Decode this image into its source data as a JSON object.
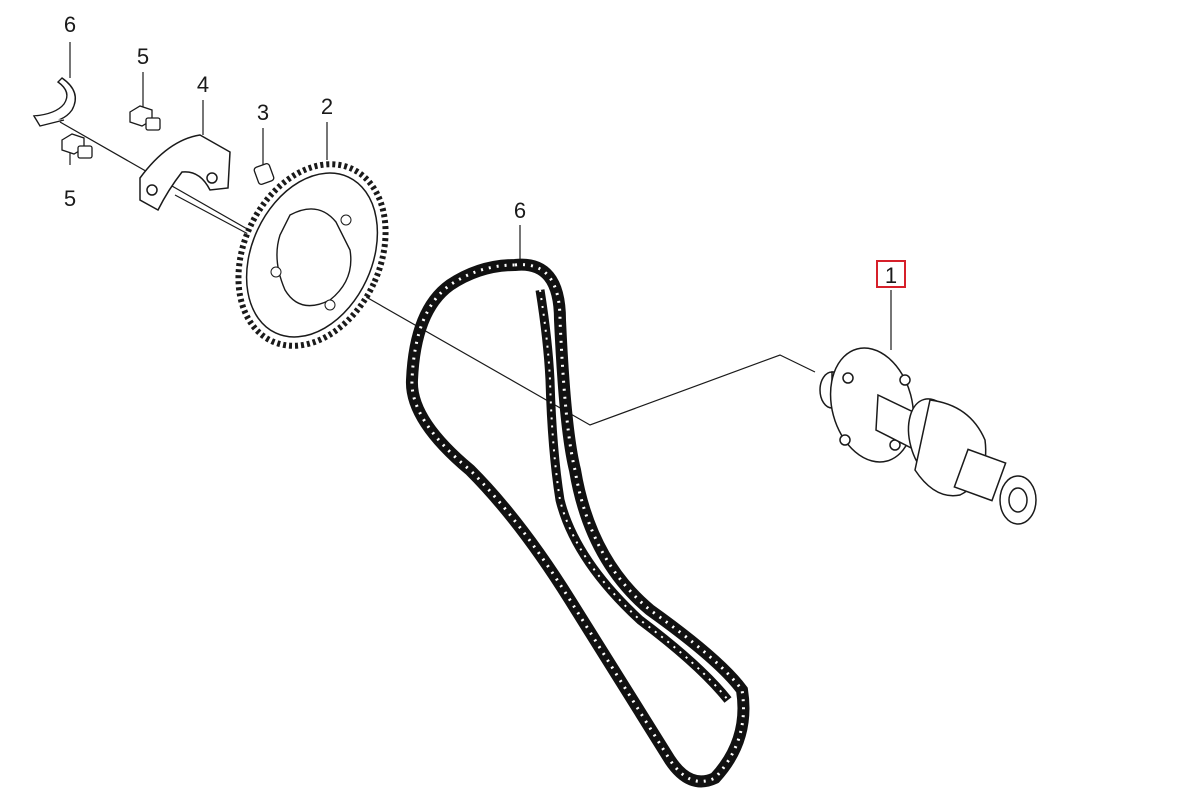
{
  "callouts": {
    "c6_top": "6",
    "c5_top": "5",
    "c5_bottom": "5",
    "c4": "4",
    "c3": "3",
    "c2": "2",
    "c6_chain": "6",
    "c1": "1"
  },
  "colors": {
    "line": "#1a1a1a",
    "highlight_border": "#d6202a",
    "background": "#ffffff"
  }
}
